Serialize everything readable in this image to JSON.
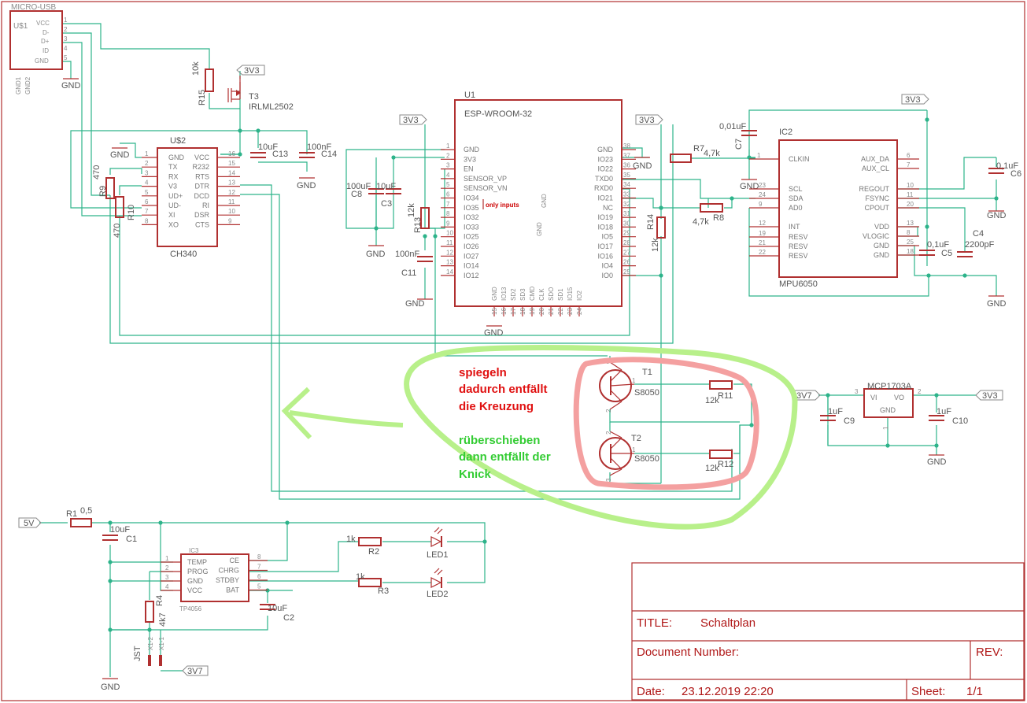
{
  "connectors": {
    "usb": {
      "ref": "U$1",
      "name": "MICRO-USB",
      "pins": [
        "VCC",
        "D-",
        "D+",
        "ID",
        "GND"
      ],
      "pin_nums": [
        "1",
        "2",
        "3",
        "4",
        "5"
      ],
      "gnd1": "GND1",
      "gnd2": "GND2"
    },
    "ch340": {
      "ref": "U$2",
      "name": "CH340",
      "left_pins": [
        [
          "1",
          "GND"
        ],
        [
          "2",
          "TX"
        ],
        [
          "3",
          "RX"
        ],
        [
          "4",
          "V3"
        ],
        [
          "5",
          "UD+"
        ],
        [
          "6",
          "UD-"
        ],
        [
          "7",
          "XI"
        ],
        [
          "8",
          "XO"
        ]
      ],
      "right_pins": [
        [
          "16",
          "VCC"
        ],
        [
          "15",
          "R232"
        ],
        [
          "14",
          "RTS"
        ],
        [
          "13",
          "DTR"
        ],
        [
          "12",
          "DCD"
        ],
        [
          "11",
          "RI"
        ],
        [
          "10",
          "DSR"
        ],
        [
          "9",
          "CTS"
        ]
      ]
    },
    "esp": {
      "ref": "U1",
      "name": "ESP-WROOM-32",
      "left_pins": [
        [
          "1",
          "GND"
        ],
        [
          "2",
          "3V3"
        ],
        [
          "3",
          "EN"
        ],
        [
          "4",
          "SENSOR_VP"
        ],
        [
          "5",
          "SENSOR_VN"
        ],
        [
          "6",
          "IO34"
        ],
        [
          "7",
          "IO35"
        ],
        [
          "8",
          "IO32"
        ],
        [
          "9",
          "IO33"
        ],
        [
          "10",
          "IO25"
        ],
        [
          "11",
          "IO26"
        ],
        [
          "12",
          "IO27"
        ],
        [
          "13",
          "IO14"
        ],
        [
          "14",
          "IO12"
        ]
      ],
      "right_pins": [
        [
          "38",
          "GND"
        ],
        [
          "37",
          "IO23"
        ],
        [
          "36",
          "IO22"
        ],
        [
          "35",
          "TXD0"
        ],
        [
          "34",
          "RXD0"
        ],
        [
          "33",
          "IO21"
        ],
        [
          "32",
          "NC"
        ],
        [
          "31",
          "IO19"
        ],
        [
          "30",
          "IO18"
        ],
        [
          "29",
          "IO5"
        ],
        [
          "28",
          "IO17"
        ],
        [
          "27",
          "IO16"
        ],
        [
          "26",
          "IO4"
        ],
        [
          "25",
          "IO0"
        ]
      ],
      "bottom_pins": [
        "GND",
        "IO13",
        "SD2",
        "SD3",
        "CMD",
        "CLK",
        "SDO",
        "SD1",
        "IO15",
        "IO2"
      ],
      "bottom_nums": [
        "15",
        "16",
        "17",
        "18",
        "19",
        "20",
        "21",
        "22",
        "23",
        "24"
      ],
      "gnd_label": "GND",
      "note": "only inputs"
    },
    "mpu": {
      "ref": "IC2",
      "name": "MPU6050",
      "left_pins": [
        [
          "1",
          "CLKIN"
        ],
        [
          "23",
          "SCL"
        ],
        [
          "24",
          "SDA"
        ],
        [
          "9",
          "AD0"
        ],
        [
          "12",
          "INT"
        ],
        [
          "19",
          "RESV"
        ],
        [
          "21",
          "RESV"
        ],
        [
          "22",
          "RESV"
        ]
      ],
      "right_pins": [
        [
          "6",
          "AUX_DA"
        ],
        [
          "7",
          "AUX_CL"
        ],
        [
          "10",
          "REGOUT"
        ],
        [
          "11",
          "FSYNC"
        ],
        [
          "20",
          "CPOUT"
        ],
        [
          "13",
          "VDD"
        ],
        [
          "8",
          "VLOGIC"
        ],
        [
          "25",
          "GND"
        ],
        [
          "18",
          "GND"
        ]
      ]
    },
    "tp": {
      "ref": "IC3",
      "name": "TP4056",
      "left_pins": [
        [
          "1",
          "TEMP"
        ],
        [
          "2",
          "PROG"
        ],
        [
          "3",
          "GND"
        ],
        [
          "4",
          "VCC"
        ]
      ],
      "right_pins": [
        [
          "8",
          "CE"
        ],
        [
          "7",
          "CHRG"
        ],
        [
          "6",
          "STDBY"
        ],
        [
          "5",
          "BAT"
        ]
      ]
    },
    "mcp": {
      "ref": "MCP1703A",
      "vi": "VI",
      "vo": "VO",
      "gnd": "GND",
      "p3": "3",
      "p2": "2",
      "p1": "1"
    }
  },
  "parts": {
    "r15": "R15",
    "r15v": "10k",
    "t3": "T3",
    "t3v": "IRLML2502",
    "c13": "C13",
    "c13v": "10uF",
    "c14": "C14",
    "c14v": "100nF",
    "r9": "R9",
    "r9v": "470",
    "r10": "R10",
    "r10v": "470",
    "c8": "C8",
    "c8v": "100uF",
    "c3": "C3",
    "c3v": "10uF",
    "r13": "R13",
    "r13v": "12k",
    "c11": "C11",
    "c11v": "100nF",
    "r14": "R14",
    "r14v": "12k",
    "r7": "R7",
    "r7v": "4,7k",
    "r8": "R8",
    "r8v": "4,7k",
    "c7": "C7",
    "c7v": "0,01uF",
    "c6": "C6",
    "c6v": "0,1uF",
    "c5": "C5",
    "c5v": "0,1uF",
    "c4": "C4",
    "c4v": "2200pF",
    "t1": "T1",
    "t1v": "S8050",
    "t2": "T2",
    "t2v": "S8050",
    "r11": "R11",
    "r11v": "12k",
    "r12": "R12",
    "r12v": "12k",
    "c9": "C9",
    "c9v": "1uF",
    "c10": "C10",
    "c10v": "1uF",
    "r1": "R1",
    "r1v": "0,5",
    "c1": "C1",
    "c1v": "10uF",
    "r4": "R4",
    "r4v": "4k7",
    "c2": "C2",
    "c2v": "10uF",
    "r2": "R2",
    "r2v": "1k",
    "r3": "R3",
    "r3v": "1k",
    "led1": "LED1",
    "led2": "LED2",
    "jst": "JST",
    "x12": "X1-2",
    "x11": "X1-1",
    "pin1": "1",
    "pin2": "2",
    "pin3": "3"
  },
  "nets": {
    "v33": "3V3",
    "v37": "3V7",
    "v5": "5V",
    "gnd": "GND"
  },
  "annotations": {
    "red_note": [
      "spiegeln",
      "dadurch entfällt",
      "die Kreuzung"
    ],
    "green_note": [
      "rüberschieben",
      "dann entfällt der",
      "Knick"
    ],
    "red_color": "#e01010",
    "green_color": "#33cc33"
  },
  "title_block": {
    "title_label": "TITLE:",
    "title_value": "Schaltplan",
    "doc_label": "Document Number:",
    "rev_label": "REV:",
    "date_label": "Date:",
    "date_value": "23.12.2019 22:20",
    "sheet_label": "Sheet:",
    "sheet_value": "1/1"
  }
}
